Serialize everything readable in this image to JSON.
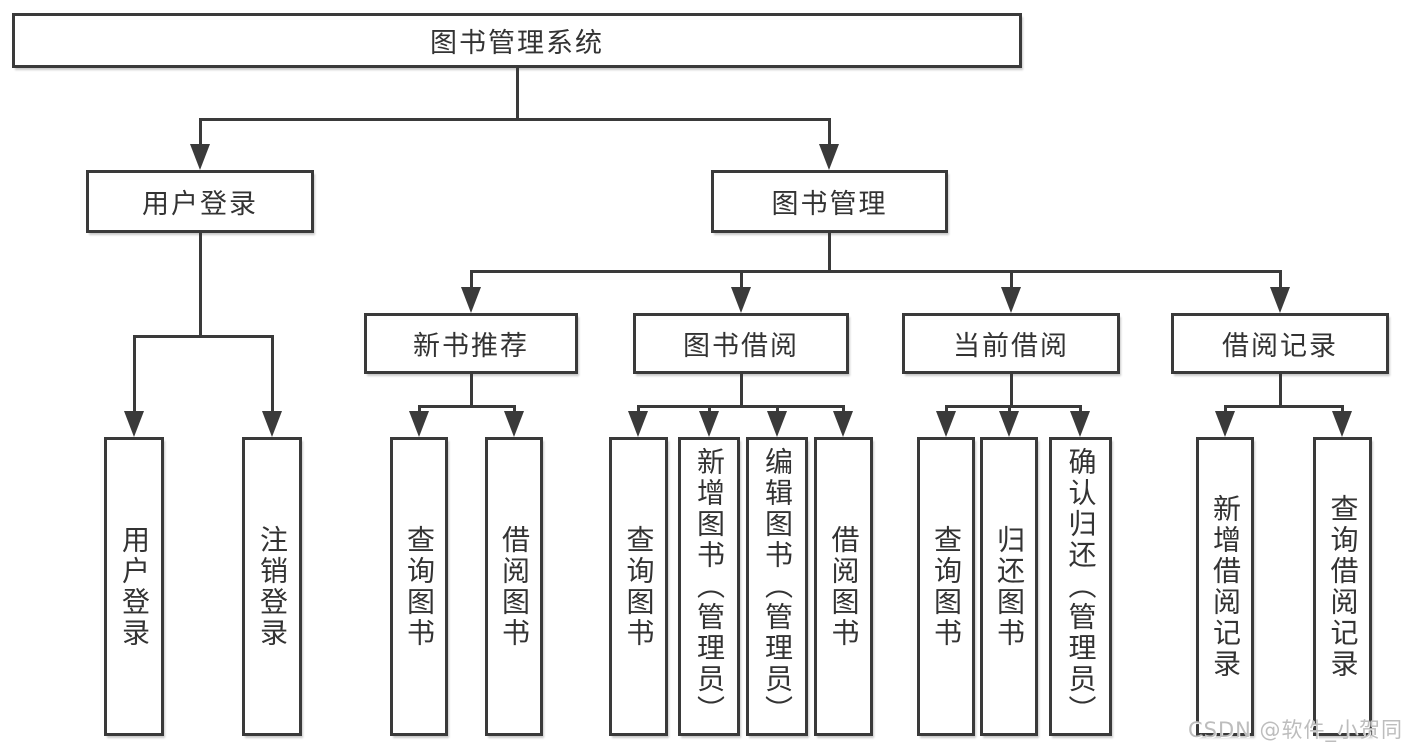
{
  "root": {
    "label": "图书管理系统"
  },
  "user_login": {
    "label": "用户登录",
    "children": [
      "用户登录",
      "注销登录"
    ]
  },
  "book_management": {
    "label": "图书管理"
  },
  "new_book_recommend": {
    "label": "新书推荐",
    "children": [
      "查询图书",
      "借阅图书"
    ]
  },
  "book_borrowing": {
    "label": "图书借阅",
    "children": [
      "查询图书",
      "新增图书（管理员）",
      "编辑图书（管理员）",
      "借阅图书"
    ]
  },
  "current_borrowing": {
    "label": "当前借阅",
    "children": [
      "查询图书",
      "归还图书",
      "确认归还（管理员）"
    ]
  },
  "borrowing_records": {
    "label": "借阅记录",
    "children": [
      "新增借阅记录",
      "查询借阅记录"
    ]
  },
  "watermark": {
    "text": "CSDN @软件_小贺同学"
  },
  "colors": {
    "line": "#3a3a3a",
    "text": "#333333",
    "watermark": "#bdbdbd",
    "background": "#ffffff"
  }
}
